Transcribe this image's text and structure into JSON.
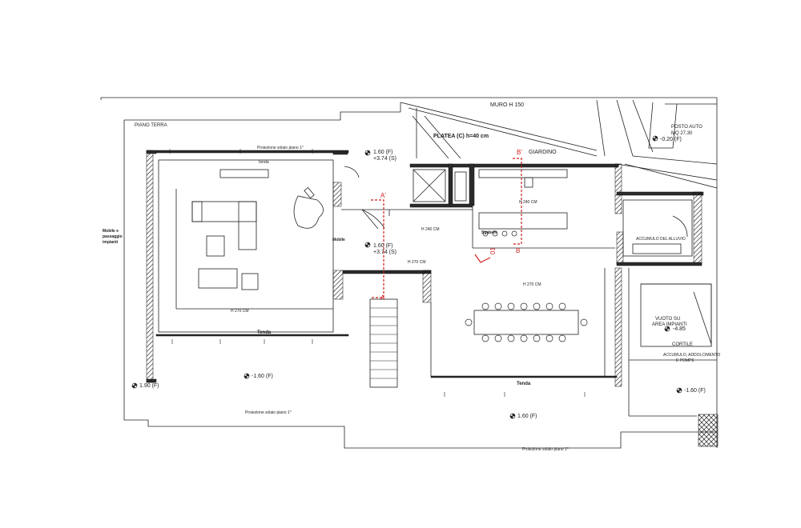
{
  "labels": {
    "piano_terra": "PIANO TERRA",
    "muro": "MURO H 150",
    "platea": "PLATEA (C) h=40 cm",
    "giardino": "GIARDINO",
    "posto_auto_1": "POSTO AUTO",
    "posto_auto_2": "MQ 27,30",
    "level_posto": "-0.20 (F)",
    "proiezione_top": "Proiezione solaio piano 1°",
    "proiezione_bottom_left": "Proiezione solaio piano 1°",
    "proiezione_bottom_right": "Proiezione solaio piano 1°",
    "level_top_1": "1.60 (F)",
    "level_top_2": "+3.74 (S)",
    "level_mid_1": "1.60 (F)",
    "level_mid_2": "+3.74 (S)",
    "level_left_bottom": "-1.60 (F)",
    "level_corner": "1.90 (F)",
    "level_bottom_center": "1.60 (F)",
    "level_right_bottom": "-1.60 (F)",
    "level_vuoto": "-4.85",
    "tenda_top": "Tenda",
    "tenda_left": "Tenda",
    "tenda_right": "Tenda",
    "mobile_1": "Mobile e",
    "mobile_2": "passaggio",
    "mobile_3": "impianti",
    "mobile_small": "Mobile",
    "h270_living": "H 270 CM",
    "h270_main": "H 270 CM",
    "h270_small": "H 270 CM",
    "h240_kitchen": "H 240 CM",
    "h240_corridor": "H 240 CM",
    "sgabelli": "Sgabelli",
    "vuoto_1": "VUOTO SU",
    "vuoto_2": "AREA IMPIANTI",
    "cortile": "CORTILE",
    "accumulo_1": "ACCUMULO, ADDOLCIMENTO",
    "accumulo_2": "E POMPE",
    "lavanderia": "ACCUMULO DEL ALLUVIO",
    "section_a_top": "A'",
    "section_a_bottom": "A",
    "section_b_top": "B'",
    "section_b_bottom": "B",
    "section_01": "01"
  },
  "colors": {
    "line": "#222222",
    "wall_fill": "#2b2b2b",
    "section": "#d21f1f"
  }
}
